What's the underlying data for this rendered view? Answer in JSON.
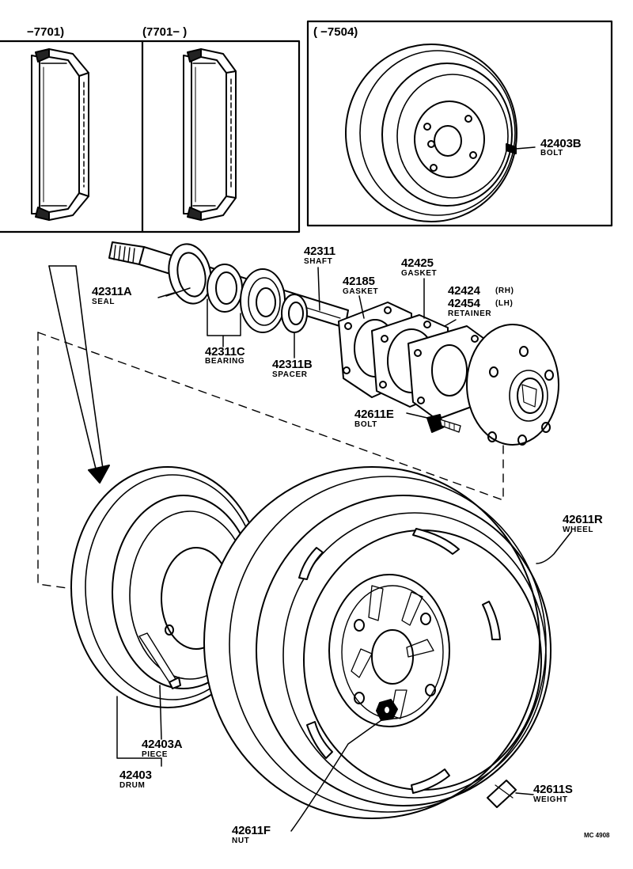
{
  "insets": {
    "left": "−7701)",
    "middle": "(7701−        )",
    "right": "(        −7504)"
  },
  "parts": {
    "bolt_42403B": {
      "number": "42403B",
      "name": "BOLT"
    },
    "seal_42311A": {
      "number": "42311A",
      "name": "SEAL"
    },
    "shaft_42311": {
      "number": "42311",
      "name": "SHAFT"
    },
    "gasket_42185": {
      "number": "42185",
      "name": "GASKET"
    },
    "gasket_42425": {
      "number": "42425",
      "name": "GASKET"
    },
    "retainer_42424": {
      "number": "42424",
      "side": "(RH)"
    },
    "retainer_42454": {
      "number": "42454",
      "side": "(LH)",
      "name": "RETAINER"
    },
    "bearing_42311C": {
      "number": "42311C",
      "name": "BEARING"
    },
    "spacer_42311B": {
      "number": "42311B",
      "name": "SPACER"
    },
    "bolt_42611E": {
      "number": "42611E",
      "name": "BOLT"
    },
    "wheel_42611R": {
      "number": "42611R",
      "name": "WHEEL"
    },
    "piece_42403A": {
      "number": "42403A",
      "name": "PIECE"
    },
    "drum_42403": {
      "number": "42403",
      "name": "DRUM"
    },
    "weight_42611S": {
      "number": "42611S",
      "name": "WEIGHT"
    },
    "nut_42611F": {
      "number": "42611F",
      "name": "NUT"
    }
  },
  "diagram_code": "MC 4908"
}
